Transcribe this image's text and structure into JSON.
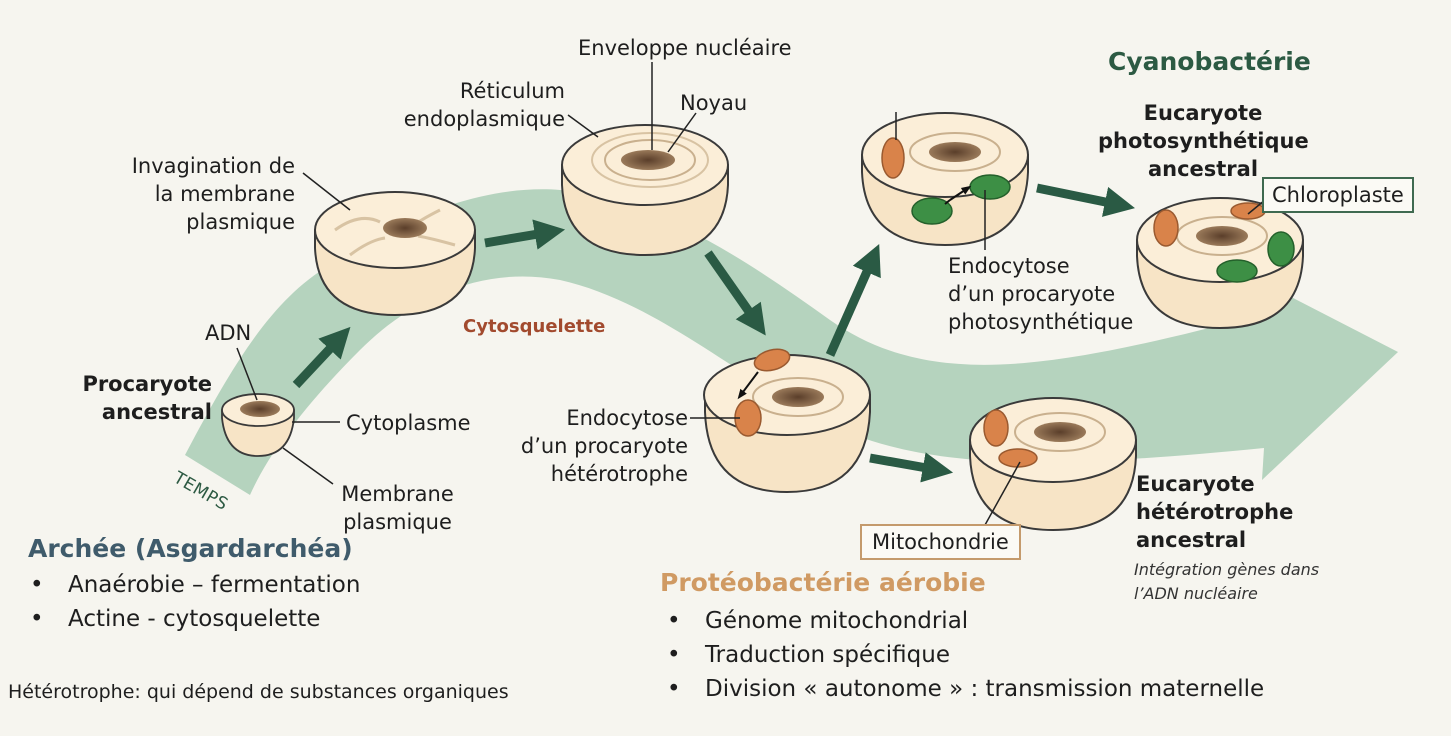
{
  "labels": {
    "procaryote_ancestral_1": "Procaryote",
    "procaryote_ancestral_2": "ancestral",
    "adn": "ADN",
    "cytoplasme": "Cytoplasme",
    "membrane_plasmique_1": "Membrane",
    "membrane_plasmique_2": "plasmique",
    "temps": "TEMPS",
    "invagination_1": "Invagination de",
    "invagination_2": "la membrane",
    "invagination_3": "plasmique",
    "cytosquelette": "Cytosquelette",
    "reticulum_1": "Réticulum",
    "reticulum_2": "endoplasmique",
    "enveloppe": "Enveloppe nucléaire",
    "noyau": "Noyau",
    "endocytose_hetero_1": "Endocytose",
    "endocytose_hetero_2": "d’un procaryote",
    "endocytose_hetero_3": "hétérotrophe",
    "endocytose_photo_1": "Endocytose",
    "endocytose_photo_2": "d’un procaryote",
    "endocytose_photo_3": "photosynthétique",
    "cyanobacterie": "Cyanobactérie",
    "euc_photo_1": "Eucaryote",
    "euc_photo_2": "photosynthétique",
    "euc_photo_3": "ancestral",
    "chloroplaste": "Chloroplaste",
    "mitochondrie": "Mitochondrie",
    "euc_hetero_1": "Eucaryote",
    "euc_hetero_2": "hétérotrophe",
    "euc_hetero_3": "ancestral",
    "integration_1": "Intégration gènes dans",
    "integration_2": "l’ADN nucléaire"
  },
  "archee": {
    "title": "Archée (Asgardarchéa)",
    "items": [
      "Anaérobie – fermentation",
      "Actine - cytosquelette"
    ]
  },
  "proteo": {
    "title": "Protéobactérie aérobie",
    "items": [
      "Génome mitochondrial",
      "Traduction spécifique",
      "Division « autonome » : transmission maternelle"
    ]
  },
  "footnote": "Hétérotrophe: qui dépend de substances organiques",
  "colors": {
    "background": "#f6f5ef",
    "time_arrow": "#a9ccb5",
    "flow_arrow": "#2a5a44",
    "cell_fill": "#f7e4c6",
    "cell_stroke": "#3a3a3a",
    "nucleus": "#7a5a40",
    "mitochondrion": "#d9834a",
    "chloroplast": "#3d8f45",
    "archee_title": "#3f5b6b",
    "proteo_title": "#d09a63",
    "cyano_title": "#2c5a43",
    "cytosquelette_label": "#a24a2e"
  }
}
